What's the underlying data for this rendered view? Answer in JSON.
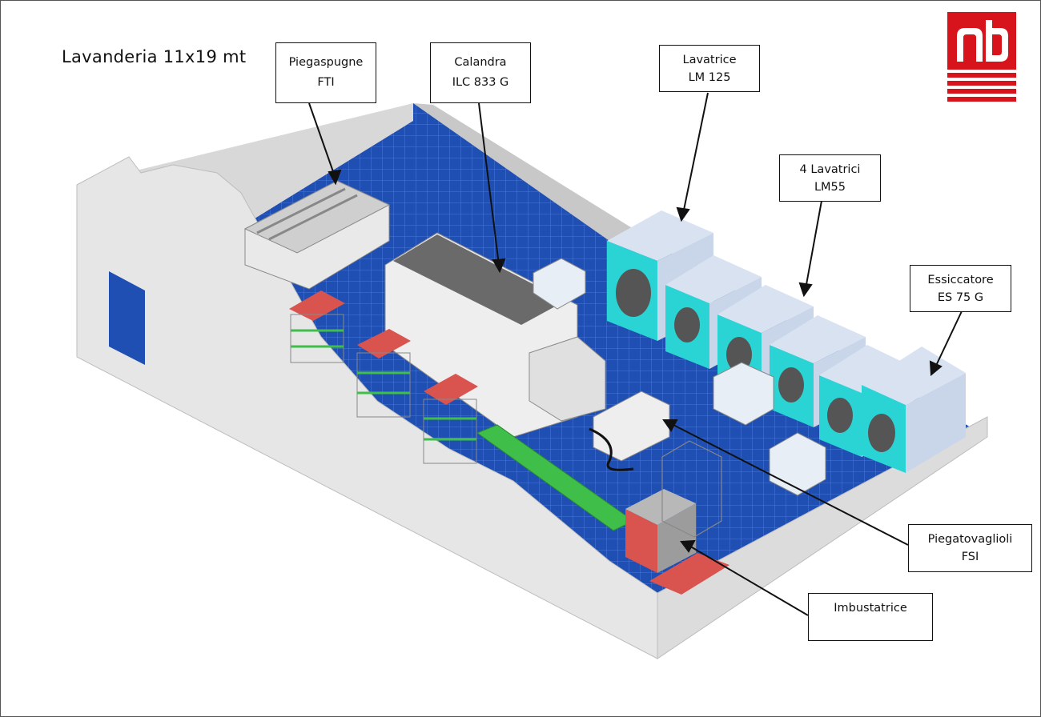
{
  "title": "Lavanderia 11x19 mt",
  "logo": {
    "name": "nb-logo",
    "text": "nb",
    "color": "#d7141b"
  },
  "colors": {
    "floor": "#1e4fb0",
    "wall": "#e6e6e6",
    "washer": "#c9d6ea",
    "accent_teal": "#2bd4d4",
    "shelf_red": "#d9534f",
    "shelf_green": "#3fbf4a"
  },
  "callouts": [
    {
      "id": "piegaspugne",
      "line1": "Piegaspugne",
      "line2": "FTI"
    },
    {
      "id": "calandra",
      "line1": "Calandra",
      "line2": "ILC 833 G"
    },
    {
      "id": "lavatrice",
      "line1": "Lavatrice",
      "line2": "LM 125"
    },
    {
      "id": "lavatrici",
      "line1": "4 Lavatrici",
      "line2": "LM55"
    },
    {
      "id": "essiccatore",
      "line1": "Essiccatore",
      "line2": "ES 75 G"
    },
    {
      "id": "piegatovaglioli",
      "line1": "Piegatovaglioli",
      "line2": "FSI"
    },
    {
      "id": "imbustatrice",
      "line1": "Imbustatrice",
      "line2": ""
    }
  ]
}
